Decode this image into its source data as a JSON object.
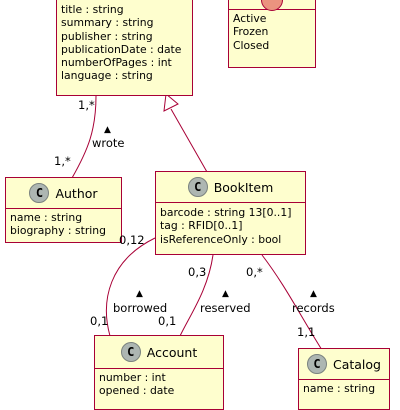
{
  "classes": {
    "book": {
      "attributes": [
        "title : string",
        "summary : string",
        "publisher : string",
        "publicationDate : date",
        "numberOfPages : int",
        "language : string"
      ]
    },
    "account_status": {
      "values": [
        "Active",
        "Frozen",
        "Closed"
      ]
    },
    "author": {
      "badge": "C",
      "name": "Author",
      "attributes": [
        "name : string",
        "biography : string"
      ]
    },
    "book_item": {
      "badge": "C",
      "name": "BookItem",
      "attributes": [
        "barcode : string 13[0..1]",
        "tag : RFID[0..1]",
        "isReferenceOnly : bool"
      ]
    },
    "account": {
      "badge": "C",
      "name": "Account",
      "attributes": [
        "number : int",
        "opened : date"
      ]
    },
    "catalog": {
      "badge": "C",
      "name": "Catalog",
      "attributes": [
        "name : string"
      ]
    }
  },
  "relations": {
    "wrote": {
      "label": "wrote",
      "arrow": "▲",
      "mult_book": "1,*",
      "mult_author": "1,*"
    },
    "borrowed": {
      "label": "borrowed",
      "arrow": "▲",
      "mult_bookitem": "0,12",
      "mult_account": "0,1"
    },
    "reserved": {
      "label": "reserved",
      "arrow": "▲",
      "mult_bookitem": "0,3",
      "mult_account": "0,1"
    },
    "records": {
      "label": "records",
      "arrow": "▲",
      "mult_bookitem": "0,*",
      "mult_catalog": "1,1"
    }
  },
  "colors": {
    "class_fill": "#fefece",
    "class_border": "#a80036",
    "badge_fill": "#adb6b2",
    "enum_badge_fill": "#eb937f"
  }
}
